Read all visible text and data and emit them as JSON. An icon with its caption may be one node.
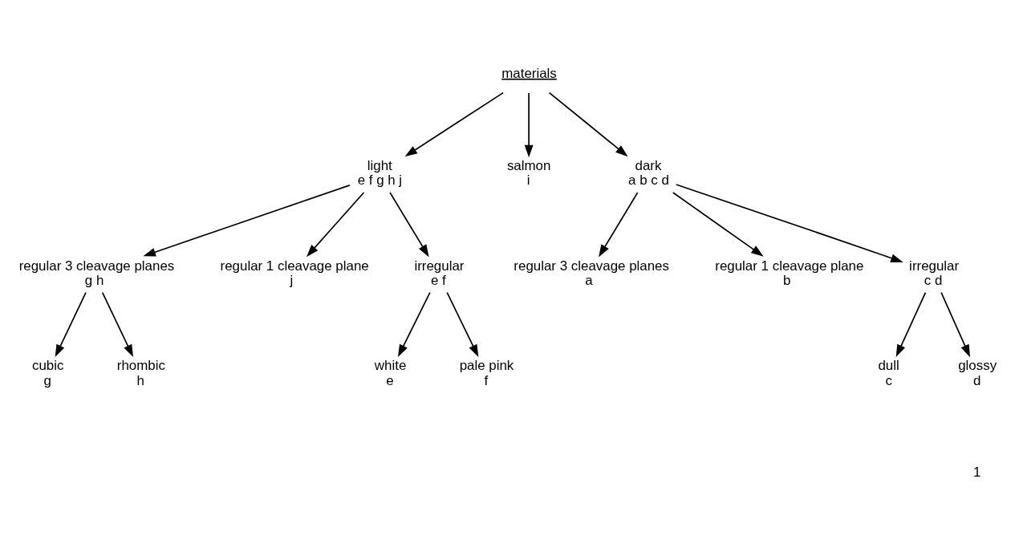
{
  "diagram": {
    "nodes": [
      {
        "text": [
          "materials"
        ]
      },
      {
        "text": [
          "light",
          "e f g h j"
        ]
      },
      {
        "text": [
          "salmon",
          "i"
        ]
      },
      {
        "text": [
          "dark",
          "a b c d"
        ]
      },
      {
        "text": [
          "regular 3 cleavage planes",
          "g h"
        ]
      },
      {
        "text": [
          "regular 1 cleavage plane",
          "j"
        ]
      },
      {
        "text": [
          "irregular",
          "e f"
        ]
      },
      {
        "text": [
          "regular 3 cleavage planes",
          "a"
        ]
      },
      {
        "text": [
          "regular 1 cleavage plane",
          "b"
        ]
      },
      {
        "text": [
          "irregular",
          "c d"
        ]
      },
      {
        "text": [
          "cubic",
          "g"
        ]
      },
      {
        "text": [
          "rhombic",
          "h"
        ]
      },
      {
        "text": [
          "white",
          "e"
        ]
      },
      {
        "text": [
          "pale pink",
          "f"
        ]
      },
      {
        "text": [
          "dull",
          "c"
        ]
      },
      {
        "text": [
          "glossy",
          "d"
        ]
      }
    ],
    "edges": [
      {
        "from": 0,
        "to": 1,
        "arrow": "to"
      },
      {
        "from": 0,
        "to": 2,
        "arrow": "to"
      },
      {
        "from": 0,
        "to": 3,
        "arrow": "to"
      },
      {
        "from": 1,
        "to": 4,
        "arrow": "to"
      },
      {
        "from": 1,
        "to": 5,
        "arrow": "to"
      },
      {
        "from": 1,
        "to": 6,
        "arrow": "to"
      },
      {
        "from": 3,
        "to": 7,
        "arrow": "to"
      },
      {
        "from": 3,
        "to": 8,
        "arrow": "to"
      },
      {
        "from": 3,
        "to": 9,
        "arrow": "to"
      },
      {
        "from": 4,
        "to": 10,
        "arrow": "to"
      },
      {
        "from": 4,
        "to": 11,
        "arrow": "to"
      },
      {
        "from": 6,
        "to": 12,
        "arrow": "to"
      },
      {
        "from": 6,
        "to": 13,
        "arrow": "to"
      },
      {
        "from": 9,
        "to": 14,
        "arrow": "to"
      },
      {
        "from": 9,
        "to": 15,
        "arrow": "to"
      }
    ],
    "labels": [
      "1"
    ]
  }
}
